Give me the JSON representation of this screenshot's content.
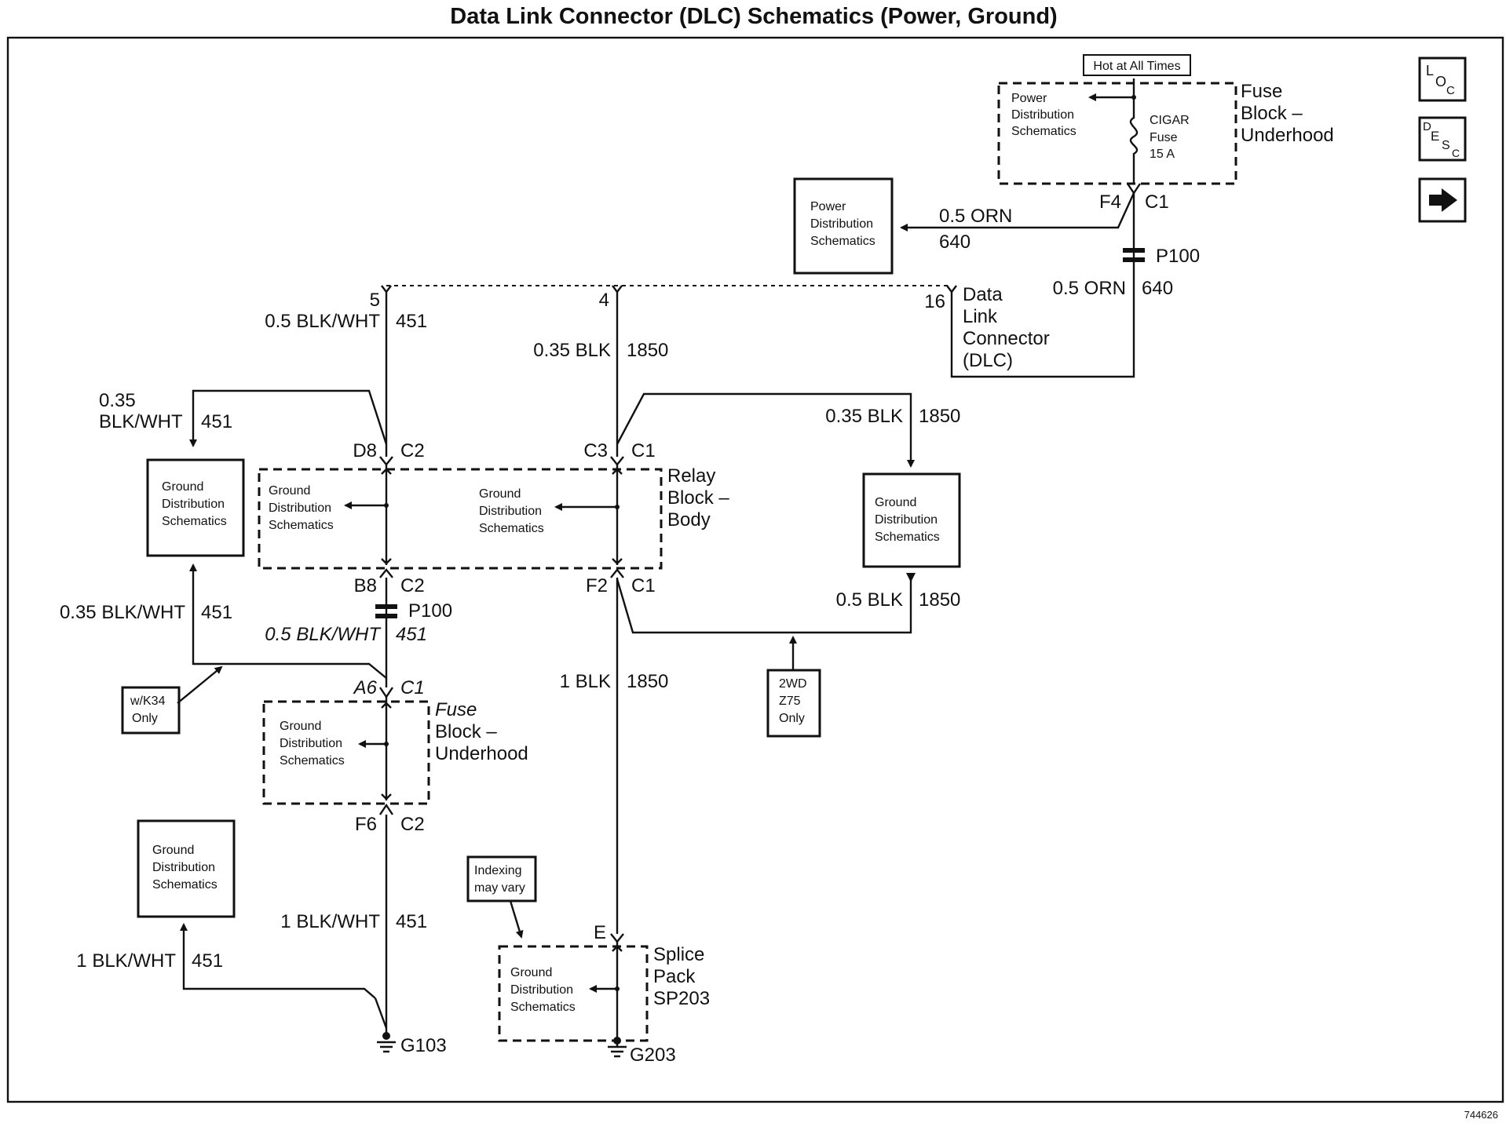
{
  "title": "Data Link Connector (DLC) Schematics (Power, Ground)",
  "figure_id": "744626",
  "nav_buttons": {
    "loc": {
      "a": "L",
      "b": "O",
      "c": "C"
    },
    "desc": {
      "a": "D",
      "b": "E",
      "c": "S",
      "d": "C"
    },
    "next_icon": "arrow-right-icon"
  },
  "hot_at_all_times": "Hot at All Times",
  "fuse_block_top": {
    "name_l1": "Fuse",
    "name_l2": "Block –",
    "name_l3": "Underhood",
    "pds_l1": "Power",
    "pds_l2": "Distribution",
    "pds_l3": "Schematics",
    "fuse_l1": "CIGAR",
    "fuse_l2": "Fuse",
    "fuse_l3": "15 A",
    "pin": "F4",
    "conn": "C1"
  },
  "pds_box": {
    "l1": "Power",
    "l2": "Distribution",
    "l3": "Schematics"
  },
  "orn_wire": {
    "size": "0.5 ORN",
    "circuit": "640"
  },
  "p100_top": "P100",
  "orn_wire2": {
    "size": "0.5 ORN",
    "circuit": "640"
  },
  "dlc": {
    "pin5": "5",
    "pin4": "4",
    "pin16": "16",
    "l1": "Data",
    "l2": "Link",
    "l3": "Connector",
    "l4": "(DLC)"
  },
  "wire_451_top": {
    "size": "0.5 BLK/WHT",
    "circuit": "451"
  },
  "wire_1850_top": {
    "size": "0.35 BLK",
    "circuit": "1850"
  },
  "left_branch_top": {
    "size_l1": "0.35",
    "size_l2": "BLK/WHT",
    "circuit": "451"
  },
  "right_branch_top": {
    "size": "0.35 BLK",
    "circuit": "1850"
  },
  "relay_block": {
    "pin_d8": "D8",
    "conn_d8": "C2",
    "pin_c3": "C3",
    "conn_c3": "C1",
    "pin_b8": "B8",
    "conn_b8": "C2",
    "pin_f2": "F2",
    "conn_f2": "C1",
    "name_l1": "Relay",
    "name_l2": "Block –",
    "name_l3": "Body"
  },
  "gds": {
    "l1": "Ground",
    "l2": "Distribution",
    "l3": "Schematics"
  },
  "left_branch_bottom": {
    "size": "0.35 BLK/WHT",
    "circuit": "451"
  },
  "p100_mid": "P100",
  "wire_451_mid": {
    "size": "0.5 BLK/WHT",
    "circuit": "451"
  },
  "right_branch_bottom": {
    "size": "0.5 BLK",
    "circuit": "1850"
  },
  "wk34_note": {
    "l1": "w/K34",
    "l2": "Only"
  },
  "fuse_block_bottom": {
    "pin_a6": "A6",
    "conn_a6": "C1",
    "pin_f6": "F6",
    "conn_f6": "C2",
    "name_l1": "Fuse",
    "name_l2": "Block –",
    "name_l3": "Underhood"
  },
  "wire_1850_mid": {
    "size": "1 BLK",
    "circuit": "1850"
  },
  "note_2wd": {
    "l1": "2WD",
    "l2": "Z75",
    "l3": "Only"
  },
  "wire_451_bottom": {
    "size": "1 BLK/WHT",
    "circuit": "451"
  },
  "wire_451_left": {
    "size": "1 BLK/WHT",
    "circuit": "451"
  },
  "indexing_note": {
    "l1": "Indexing",
    "l2": "may vary"
  },
  "splice_pack": {
    "pin": "E",
    "l1": "Splice",
    "l2": "Pack",
    "l3": "SP203"
  },
  "ground_g103": "G103",
  "ground_g203": "G203"
}
